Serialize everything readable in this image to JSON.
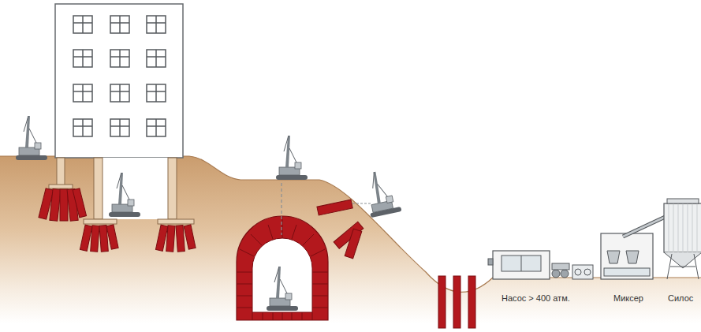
{
  "diagram": {
    "labels": [
      "Насос > 400 атм.",
      "Миксер",
      "Силос"
    ]
  }
}
